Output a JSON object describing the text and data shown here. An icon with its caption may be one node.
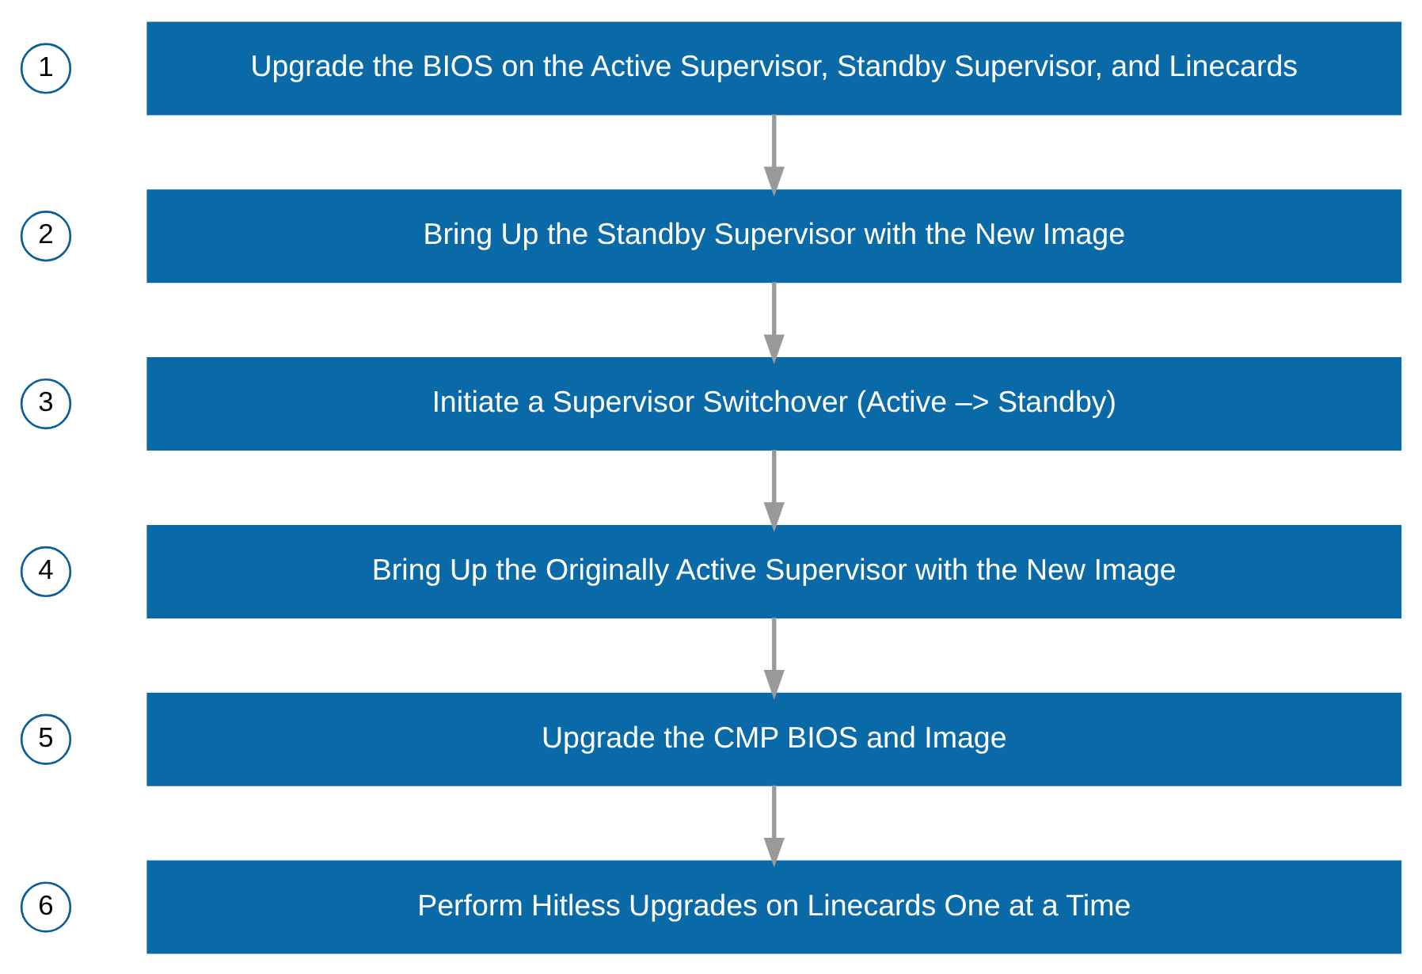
{
  "diagram": {
    "nodes": [
      {
        "text": [
          "1"
        ]
      },
      {
        "text": [
          "Upgrade the BIOS on the Active Supervisor, Standby Supervisor, and Linecards"
        ]
      },
      {
        "text": [
          "2"
        ]
      },
      {
        "text": [
          "Bring Up the Standby Supervisor with the New Image"
        ]
      },
      {
        "text": [
          "3"
        ]
      },
      {
        "text": [
          "Initiate a Supervisor Switchover (Active –> Standby)"
        ]
      },
      {
        "text": [
          "4"
        ]
      },
      {
        "text": [
          "Bring Up the Originally Active Supervisor with the New Image"
        ]
      },
      {
        "text": [
          "5"
        ]
      },
      {
        "text": [
          "Upgrade the CMP BIOS and Image"
        ]
      },
      {
        "text": [
          "6"
        ]
      },
      {
        "text": [
          "Perform Hitless Upgrades on Linecards One at a Time"
        ]
      }
    ],
    "edges": [
      {
        "from": 1,
        "to": 3,
        "arrow": "to"
      },
      {
        "from": 3,
        "to": 5,
        "arrow": "to"
      },
      {
        "from": 5,
        "to": 7,
        "arrow": "to"
      },
      {
        "from": 7,
        "to": 9,
        "arrow": "to"
      },
      {
        "from": 9,
        "to": 11,
        "arrow": "to"
      }
    ]
  }
}
